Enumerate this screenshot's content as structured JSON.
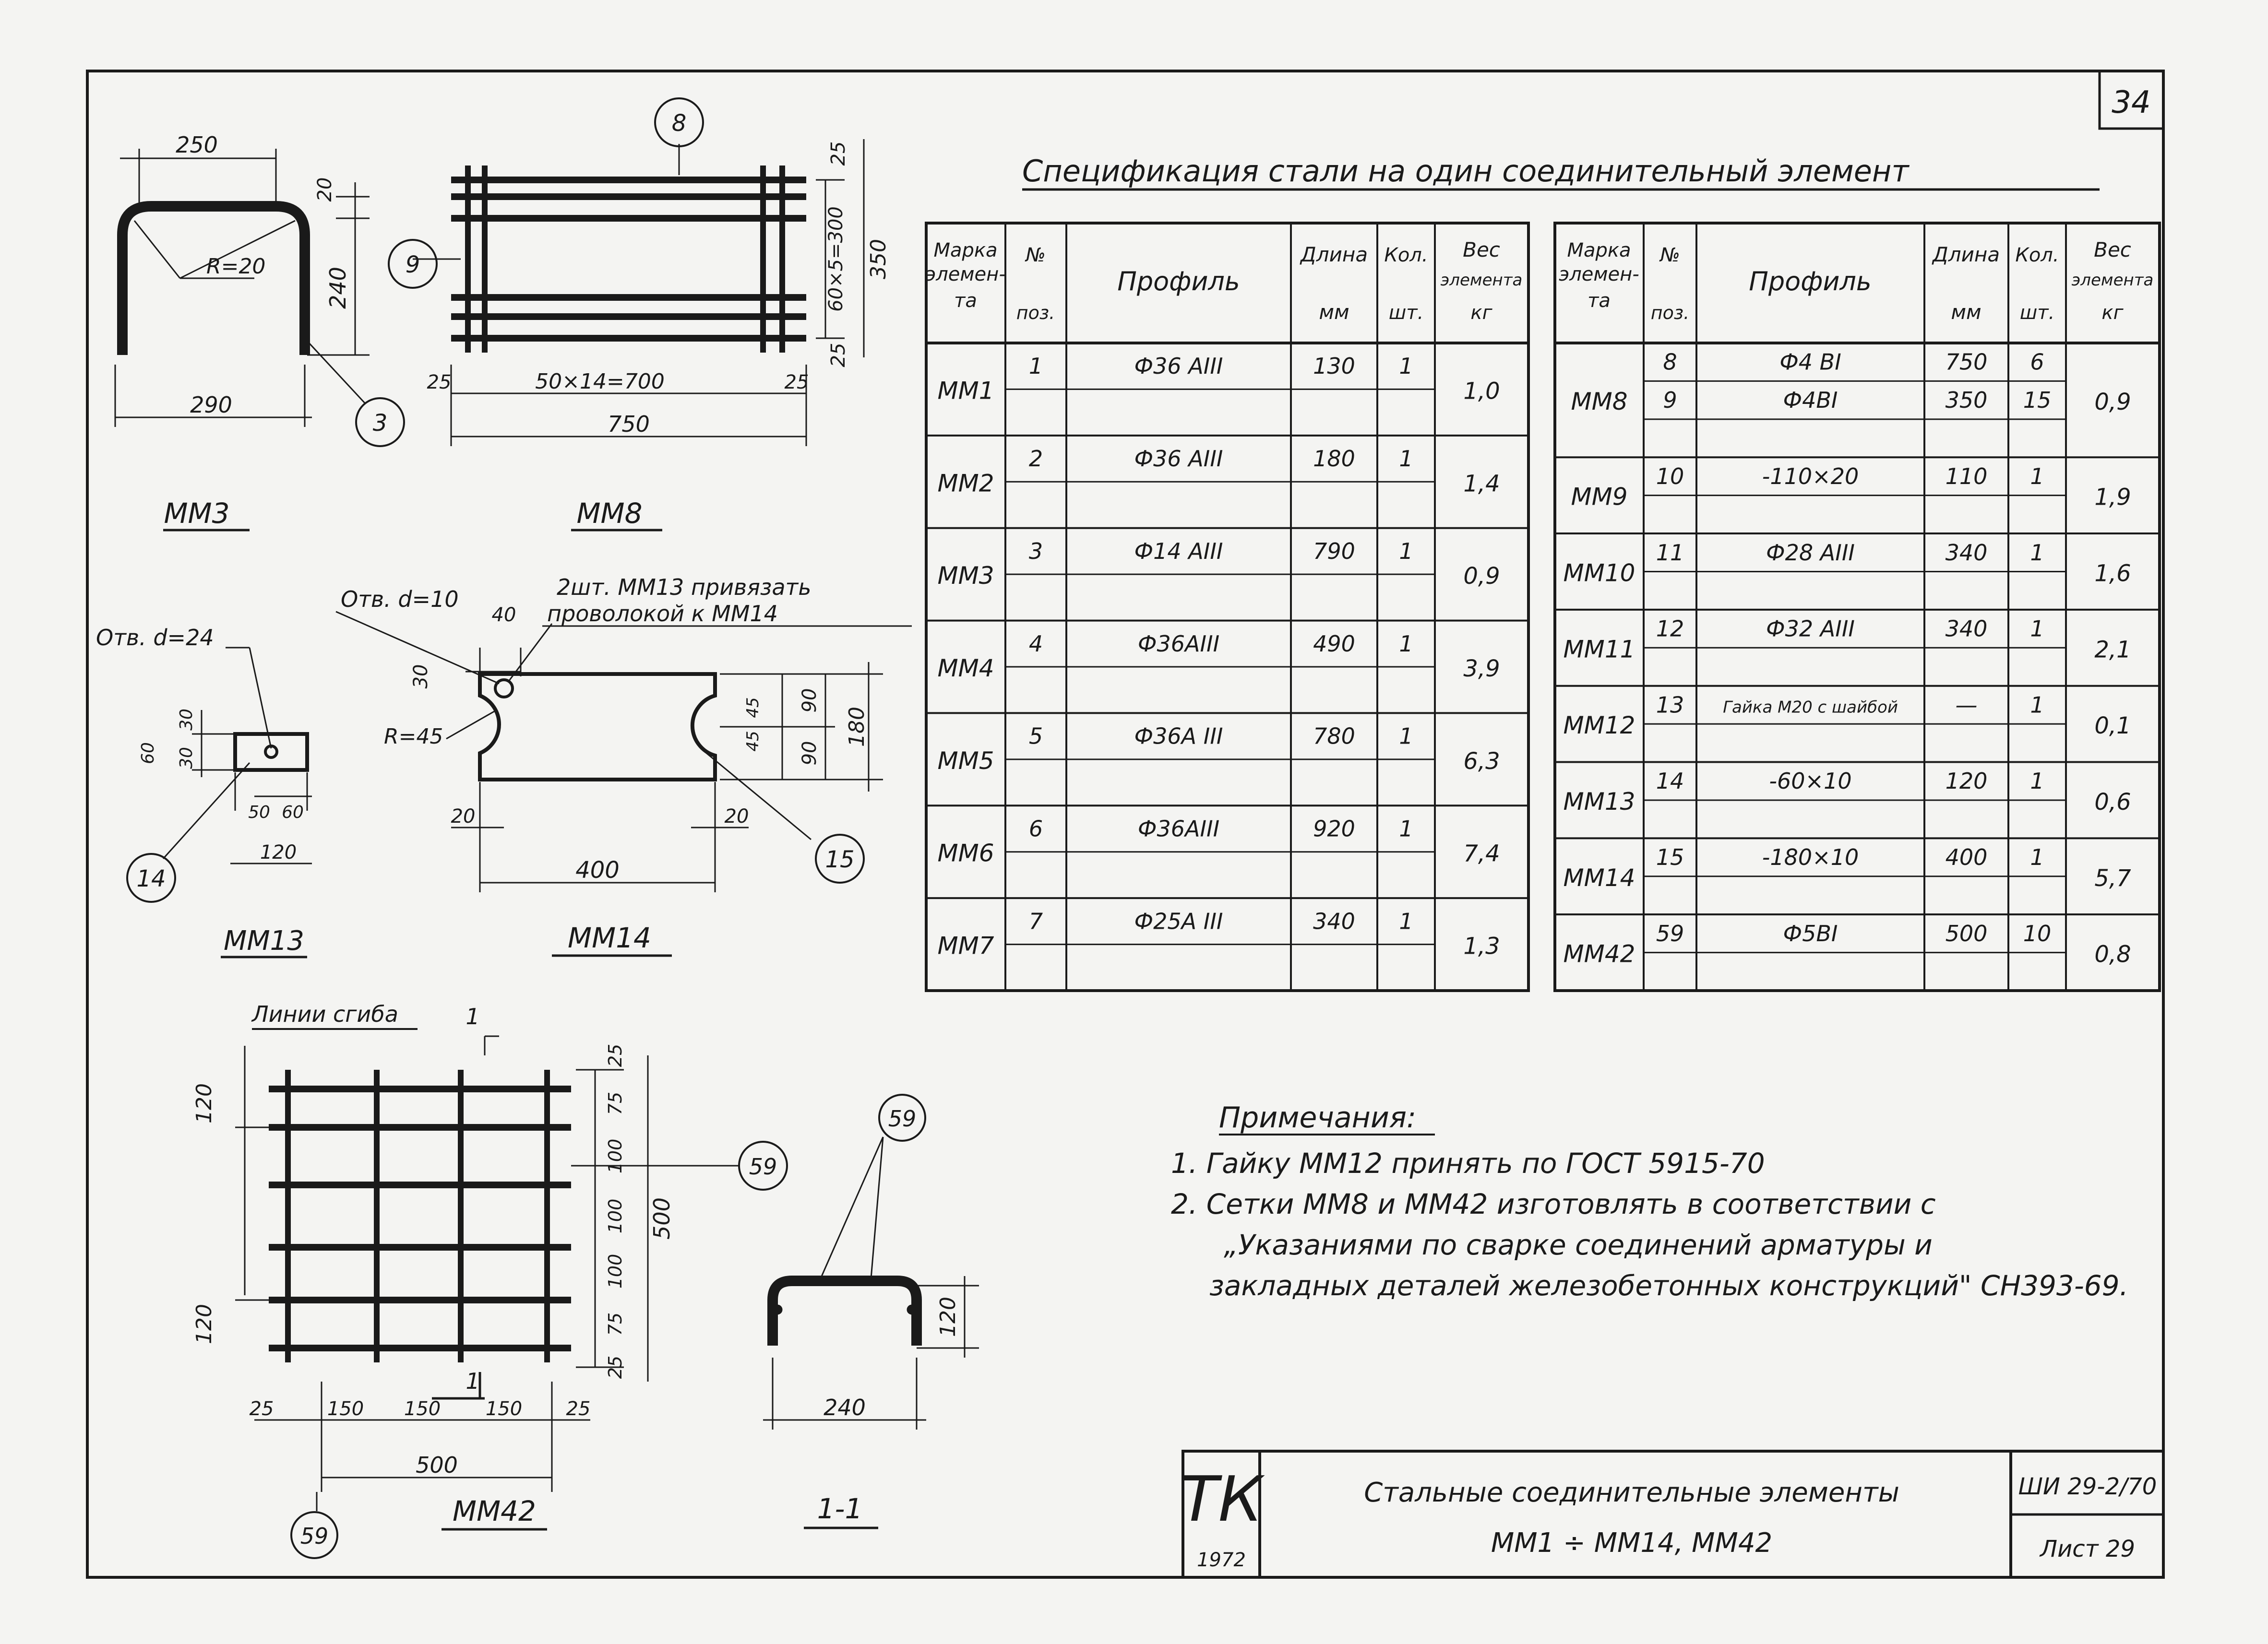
{
  "sheet": {
    "page_number": "34",
    "spec_title": "Спецификация стали на один соединительный элемент"
  },
  "spec_headers": {
    "mark": "Марка элемен-та",
    "pos_top": "№",
    "pos_bottom": "поз.",
    "profile": "Профиль",
    "length_top": "Длина",
    "length_bottom": "мм",
    "qty_top": "Кол.",
    "qty_bottom": "шт.",
    "weight_top": "Вес",
    "weight_mid": "элемента",
    "weight_bottom": "кг"
  },
  "spec_left": [
    {
      "mark": "ММ1",
      "weight": "1,0",
      "rows": [
        {
          "pos": "1",
          "profile": "Ф36 АIII",
          "length": "130",
          "qty": "1"
        }
      ]
    },
    {
      "mark": "ММ2",
      "weight": "1,4",
      "rows": [
        {
          "pos": "2",
          "profile": "Ф36 АIII",
          "length": "180",
          "qty": "1"
        }
      ]
    },
    {
      "mark": "ММ3",
      "weight": "0,9",
      "rows": [
        {
          "pos": "3",
          "profile": "Ф14 АIII",
          "length": "790",
          "qty": "1"
        }
      ]
    },
    {
      "mark": "ММ4",
      "weight": "3,9",
      "rows": [
        {
          "pos": "4",
          "profile": "Ф36АIII",
          "length": "490",
          "qty": "1"
        }
      ]
    },
    {
      "mark": "ММ5",
      "weight": "6,3",
      "rows": [
        {
          "pos": "5",
          "profile": "Ф36А III",
          "length": "780",
          "qty": "1"
        }
      ]
    },
    {
      "mark": "ММ6",
      "weight": "7,4",
      "rows": [
        {
          "pos": "6",
          "profile": "Ф36АIII",
          "length": "920",
          "qty": "1"
        }
      ]
    },
    {
      "mark": "ММ7",
      "weight": "1,3",
      "rows": [
        {
          "pos": "7",
          "profile": "Ф25А III",
          "length": "340",
          "qty": "1"
        }
      ]
    }
  ],
  "spec_right": [
    {
      "mark": "ММ8",
      "weight": "0,9",
      "rows": [
        {
          "pos": "8",
          "profile": "Ф4 ВI",
          "length": "750",
          "qty": "6"
        },
        {
          "pos": "9",
          "profile": "Ф4ВI",
          "length": "350",
          "qty": "15"
        }
      ]
    },
    {
      "mark": "ММ9",
      "weight": "1,9",
      "rows": [
        {
          "pos": "10",
          "profile": "-110×20",
          "length": "110",
          "qty": "1"
        }
      ]
    },
    {
      "mark": "ММ10",
      "weight": "1,6",
      "rows": [
        {
          "pos": "11",
          "profile": "Ф28 АIII",
          "length": "340",
          "qty": "1"
        }
      ]
    },
    {
      "mark": "ММ11",
      "weight": "2,1",
      "rows": [
        {
          "pos": "12",
          "profile": "Ф32 АIII",
          "length": "340",
          "qty": "1"
        }
      ]
    },
    {
      "mark": "ММ12",
      "weight": "0,1",
      "rows": [
        {
          "pos": "13",
          "profile": "Гайка М20 с шайбой",
          "length": "—",
          "qty": "1"
        }
      ]
    },
    {
      "mark": "ММ13",
      "weight": "0,6",
      "rows": [
        {
          "pos": "14",
          "profile": "-60×10",
          "length": "120",
          "qty": "1"
        }
      ]
    },
    {
      "mark": "ММ14",
      "weight": "5,7",
      "rows": [
        {
          "pos": "15",
          "profile": "-180×10",
          "length": "400",
          "qty": "1"
        }
      ]
    },
    {
      "mark": "ММ42",
      "weight": "0,8",
      "rows": [
        {
          "pos": "59",
          "profile": "Ф5ВI",
          "length": "500",
          "qty": "10"
        }
      ]
    }
  ],
  "notes": {
    "title": "Примечания:",
    "items": [
      "1. Гайку ММ12 принять по ГОСТ 5915-70",
      "2. Сетки ММ8 и ММ42 изготовлять в соответствии с",
      "„Указаниями по сварке соединений арматуры и",
      "закладных деталей железобетонных конструкций\" СН393-69."
    ]
  },
  "title_block": {
    "logo": "ТК",
    "year": "1972",
    "title_line1": "Стальные соединительные элементы",
    "title_line2": "ММ1 ÷ ММ14, ММ42",
    "series": "ШИ 29-2/70",
    "sheet_label": "Лист 29"
  },
  "drawings": {
    "mm3": {
      "caption": "ММ3",
      "dim_top": "250",
      "dim_right_top": "20",
      "radius": "R=20",
      "dim_right": "240",
      "dim_bottom": "290",
      "callout": "3"
    },
    "mm8": {
      "caption": "ММ8",
      "callout_top": "8",
      "callout_left": "9",
      "dim_r1": "25",
      "dim_r2": "60×5=300",
      "dim_r3": "25",
      "dim_r_total": "350",
      "dim_b_left": "25",
      "dim_b_mid": "50×14=700",
      "dim_b_right": "25",
      "dim_b_total": "750"
    },
    "mm13": {
      "caption": "ММ13",
      "hole": "Отв. d=24",
      "d1": "30",
      "d2": "30",
      "d3": "60",
      "d4": "50",
      "d5": "60",
      "d6": "120",
      "callout": "14"
    },
    "mm14": {
      "caption": "ММ14",
      "hole": "Отв. d=10",
      "note_line1": "2шт. ММ13 привязать",
      "note_line2": "проволокой к ММ14",
      "d40": "40",
      "d30": "30",
      "radius": "R=45",
      "d45a": "45",
      "d45b": "45",
      "d90a": "90",
      "d90b": "90",
      "d180": "180",
      "d20a": "20",
      "d20b": "20",
      "d400": "400",
      "callout": "15"
    },
    "mm42": {
      "caption": "ММ42",
      "bend_line": "Линии сгиба",
      "bend_mark": "1",
      "d120a": "120",
      "d120b": "120",
      "r25a": "25",
      "r75a": "75",
      "r100a": "100",
      "r100b": "100",
      "r100c": "100",
      "r75b": "75",
      "r25b": "25",
      "r500": "500",
      "b25a": "25",
      "b150a": "150",
      "b150b": "150",
      "b150c": "150",
      "b25b": "25",
      "b500": "500",
      "callout_right": "59",
      "callout_bottom": "59",
      "section_mark": "1"
    },
    "section11": {
      "caption": "1-1",
      "callout": "59",
      "d240": "240",
      "d120": "120"
    }
  }
}
